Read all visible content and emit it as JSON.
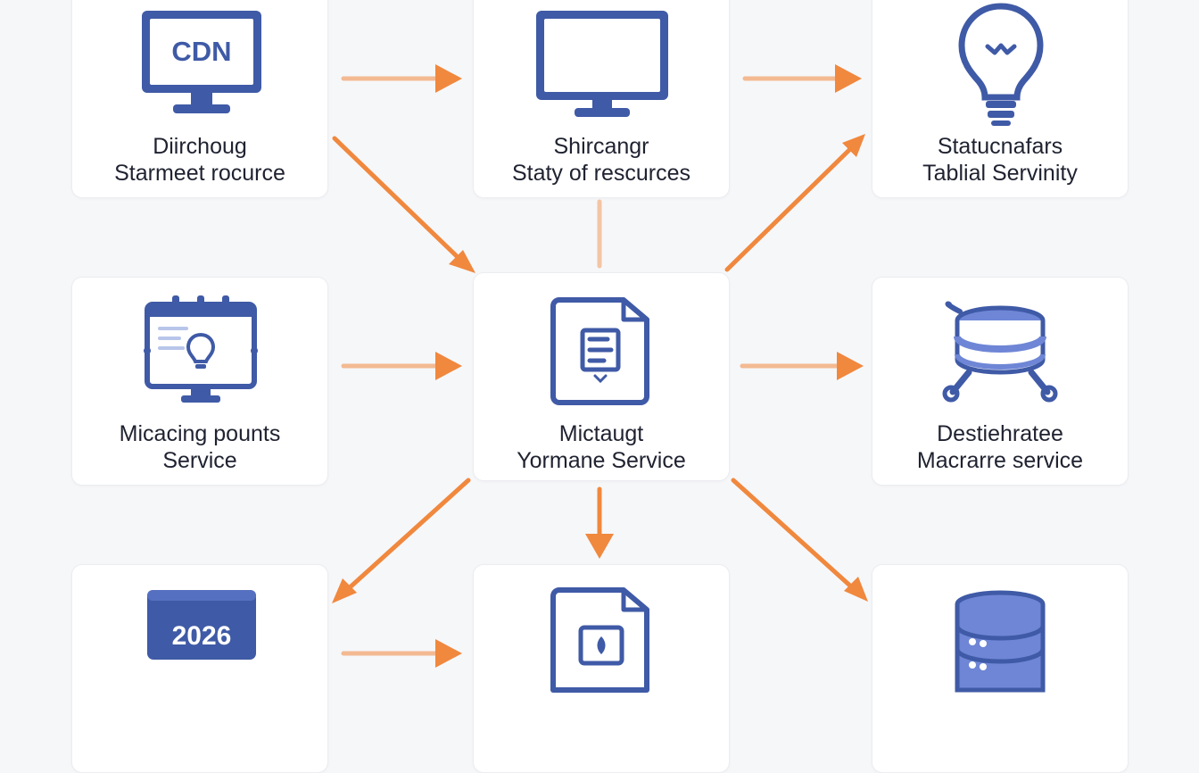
{
  "nodes": {
    "cdn": {
      "icon_text": "CDN",
      "line1": "Diirchoug",
      "line2": "Starmeet rocurce"
    },
    "static": {
      "line1": "Shircangr",
      "line2": "Staty of rescurces"
    },
    "status": {
      "line1": "Statucnafars",
      "line2": "Tablial Servinity"
    },
    "micacing": {
      "line1": "Micacing pounts",
      "line2": "Service"
    },
    "center": {
      "line1": "Mictaugt",
      "line2": "Yormane Service"
    },
    "destiehratee": {
      "line1": "Destiehratee",
      "line2": "Macrarre service"
    },
    "calendar": {
      "icon_text": "2026"
    },
    "folder_bottom": {},
    "database": {}
  },
  "colors": {
    "arrow": "#f0883e",
    "icon_blue": "#3f5aa6",
    "icon_light": "#6f86d6"
  }
}
